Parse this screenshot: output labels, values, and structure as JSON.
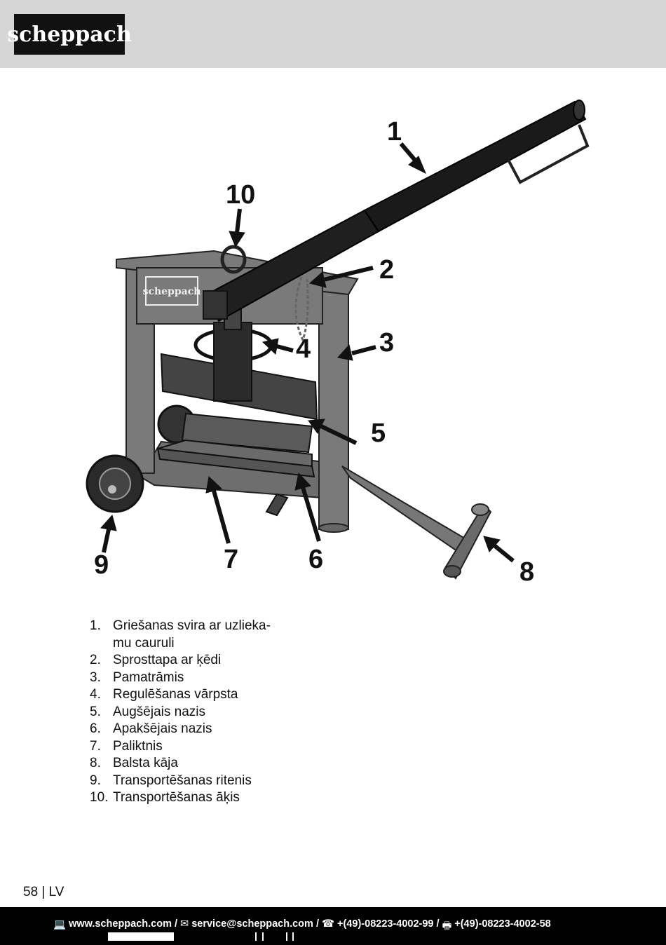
{
  "header": {
    "logo_text": "scheppach"
  },
  "figure": {
    "frame_logo_text": "scheppach",
    "callouts": [
      "1",
      "2",
      "3",
      "4",
      "5",
      "6",
      "7",
      "8",
      "9",
      "10"
    ]
  },
  "parts_list": [
    {
      "num": "1.",
      "text": "Griešanas svira ar uzlieka-mu cauruli"
    },
    {
      "num": "2.",
      "text": "Sprosttapa ar ķēdi"
    },
    {
      "num": "3.",
      "text": "Pamatrāmis"
    },
    {
      "num": "4.",
      "text": "Regulēšanas vārpsta"
    },
    {
      "num": "5.",
      "text": "Augšējais nazis"
    },
    {
      "num": "6.",
      "text": "Apakšējais nazis"
    },
    {
      "num": "7.",
      "text": "Paliktnis"
    },
    {
      "num": "8.",
      "text": "Balsta kāja"
    },
    {
      "num": "9.",
      "text": "Transportēšanas ritenis"
    },
    {
      "num": "10.",
      "text": "Transportēšanas āķis"
    }
  ],
  "page_number": "58 | LV",
  "footer": {
    "website": "www.scheppach.com /",
    "email": "service@scheppach.com /",
    "phone": "+(49)-08223-4002-99 /",
    "fax": "+(49)-08223-4002-58",
    "icons": [
      "computer-icon",
      "mail-icon",
      "phone-icon",
      "fax-icon"
    ]
  }
}
